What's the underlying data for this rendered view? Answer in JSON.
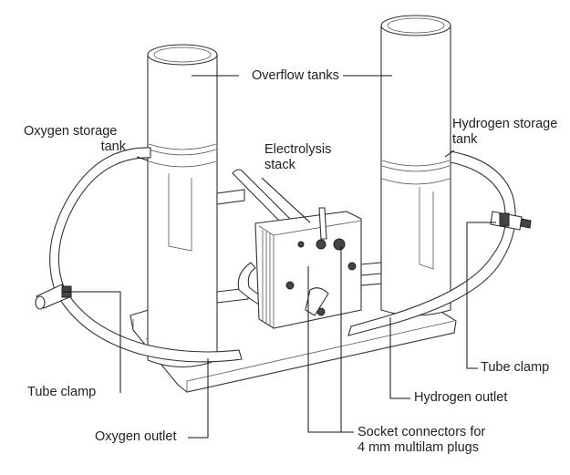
{
  "labels": {
    "overflow_tanks": "Overflow tanks",
    "oxygen_storage_tank": [
      "Oxygen storage",
      "tank"
    ],
    "electrolysis_stack": [
      "Electrolysis",
      "stack"
    ],
    "hydrogen_storage_tank": [
      "Hydrogen storage",
      "tank"
    ],
    "tube_clamp_left": "Tube clamp",
    "tube_clamp_right": "Tube clamp",
    "hydrogen_outlet": "Hydrogen outlet",
    "oxygen_outlet": "Oxygen outlet",
    "socket_connectors": [
      "Socket connectors for",
      "4 mm multilam plugs"
    ]
  }
}
